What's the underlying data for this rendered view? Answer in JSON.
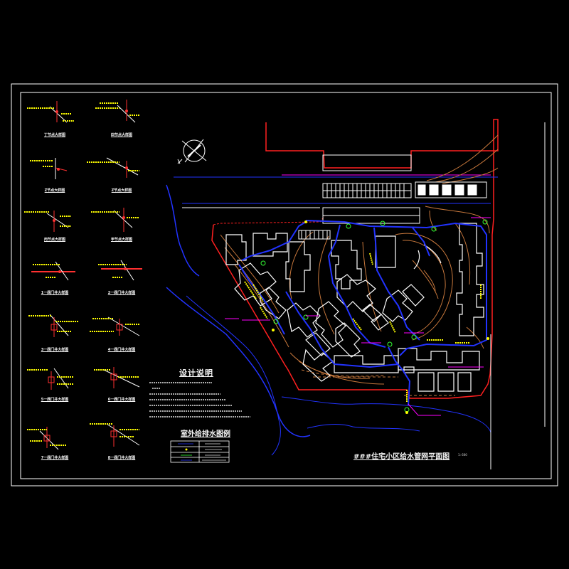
{
  "drawing": {
    "title": "###住宅小区给水管网平面图",
    "scale": "1: 600",
    "background": "#000000",
    "border_color": "#ffffff",
    "colors": {
      "water_pipe": "#2233ff",
      "building": "#ffffff",
      "site_boundary": "#ff2020",
      "road_curb": "#c8783c",
      "text_yellow": "#ffff00",
      "text_white": "#f4f4f4",
      "highlight_magenta": "#ff00ff",
      "marker_green": "#33ff33"
    }
  },
  "details": [
    {
      "label": "丁节点大样图"
    },
    {
      "label": "四节点大样图"
    },
    {
      "label": "Z节点大样图"
    },
    {
      "label": "Z节点大样图"
    },
    {
      "label": "丙节点大样图"
    },
    {
      "label": "甲节点大样图"
    },
    {
      "label": "1一阀门井大样图"
    },
    {
      "label": "2一阀门井大样图"
    },
    {
      "label": "3一阀门井大样图"
    },
    {
      "label": "4一阀门井大样图"
    },
    {
      "label": "5一阀门井大样图"
    },
    {
      "label": "6一阀门井大样图"
    },
    {
      "label": "7一阀门井大样图"
    },
    {
      "label": "8一阀门井大样图"
    }
  ],
  "notes": {
    "title": "设计说明"
  },
  "legend": {
    "title": "室外给排水图例"
  }
}
